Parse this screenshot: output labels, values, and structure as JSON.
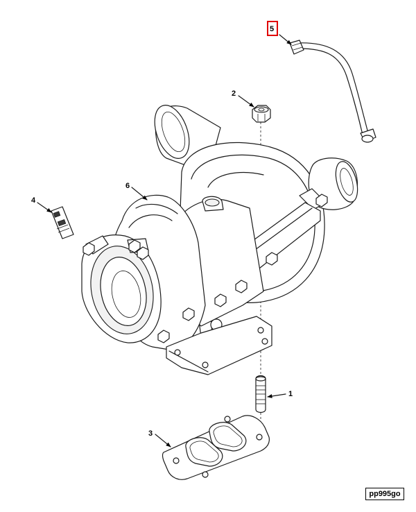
{
  "figure_id": "pp995go",
  "highlight_color": "#e00000",
  "callouts": [
    {
      "id": "1",
      "label": "1"
    },
    {
      "id": "2",
      "label": "2"
    },
    {
      "id": "3",
      "label": "3"
    },
    {
      "id": "4",
      "label": "4"
    },
    {
      "id": "5",
      "label": "5",
      "highlighted": true
    },
    {
      "id": "6",
      "label": "6"
    }
  ]
}
